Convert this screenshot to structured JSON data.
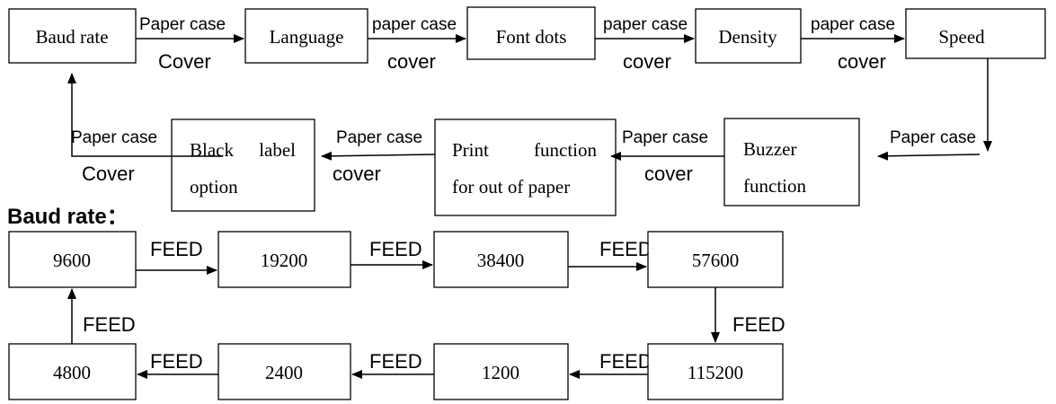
{
  "menu": {
    "boxes": {
      "baud_rate": "Baud rate",
      "language": "Language",
      "font_dots": "Font dots",
      "density": "Density",
      "speed": "Speed",
      "buzzer_l1": "Buzzer",
      "buzzer_l2": "function",
      "print_l1a": "Print",
      "print_l1b": "function",
      "print_l2": "for out of paper",
      "black_l1a": "Black",
      "black_l1b": "label",
      "black_l2": "option"
    },
    "labels": {
      "a1_top": "Paper case",
      "a1_bottom": "Cover",
      "a2_top": "paper case",
      "a2_bottom": "cover",
      "a3_top": "paper case",
      "a3_bottom": "cover",
      "a4_top": "paper case",
      "a4_bottom": "cover",
      "a5_top": "Paper case",
      "a6_top": "Paper case",
      "a6_bottom": "cover",
      "a7_top": "Paper case",
      "a7_bottom": "cover",
      "a8_top": "Paper case",
      "a8_bottom": "Cover"
    }
  },
  "baud_section": {
    "heading": "Baud rate：",
    "values": [
      "9600",
      "19200",
      "38400",
      "57600",
      "115200",
      "1200",
      "2400",
      "4800"
    ],
    "feed_label": "FEED",
    "feed_label_clipped": "FEED"
  }
}
